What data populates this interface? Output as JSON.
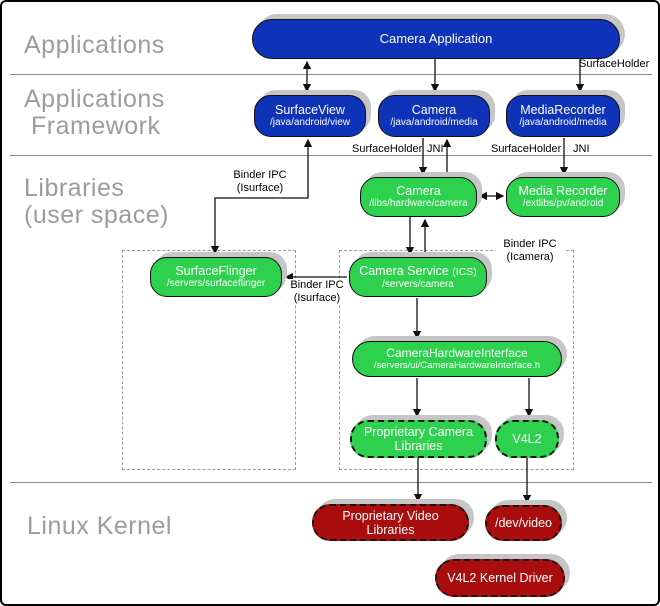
{
  "palette": {
    "node_blue": "#0e33b8",
    "node_green": "#2ed14e",
    "node_red": "#a90d0d",
    "node_shadow": "#c6c6c6",
    "layer_label_gray": "#9c9c9c",
    "connector_black": "#111111"
  },
  "layers": {
    "applications": {
      "label": "Applications"
    },
    "framework": {
      "line1": "Applications",
      "line2": "Framework"
    },
    "libraries": {
      "line1": "Libraries",
      "line2": "(user space)"
    },
    "kernel": {
      "label": "Linux Kernel"
    }
  },
  "nodes": {
    "camera_application": {
      "title": "Camera Application"
    },
    "surfaceview": {
      "title": "SurfaceView",
      "subtitle": "/java/android/view"
    },
    "camera_framework": {
      "title": "Camera",
      "subtitle": "/java/android/media"
    },
    "mediarecorder_framework": {
      "title": "MediaRecorder",
      "subtitle": "/java/android/media"
    },
    "camera_lib": {
      "title": "Camera",
      "subtitle": "/libs/hardware/camera"
    },
    "media_recorder_lib": {
      "title": "Media Recorder",
      "subtitle": "/extlibs/pv/android"
    },
    "surfaceflinger": {
      "title": "SurfaceFlinger",
      "subtitle": "/servers/surfaceflinger"
    },
    "camera_service": {
      "title": "Camera Service",
      "suffix": "(ICS)",
      "subtitle": "/servers/camera"
    },
    "camera_hardware_interface": {
      "title": "CameraHardwareInterface",
      "subtitle": "/servers/ui/CameraHardwareInterface.h"
    },
    "proprietary_camera_libraries": {
      "line1": "Proprietary Camera",
      "line2": "Libraries"
    },
    "v4l2": {
      "title": "V4L2"
    },
    "proprietary_video_libraries": {
      "line1": "Proprietary Video",
      "line2": "Libraries"
    },
    "dev_video": {
      "title": "/dev/video"
    },
    "v4l2_kernel_driver": {
      "title": "V4L2 Kernel Driver"
    }
  },
  "edge_labels": {
    "surfaceholder_top": "SurfaceHolder",
    "surfaceholder_camera": "SurfaceHolder",
    "jni_camera": "JNI",
    "surfaceholder_mediarecorder": "SurfaceHolder",
    "jni_mediarecorder": "JNI",
    "binder_ipc_isurface_upper": {
      "line1": "Binder IPC",
      "line2": "(Isurface)"
    },
    "binder_ipc_icamera": {
      "line1": "Binder IPC",
      "line2": "(Icamera)"
    },
    "binder_ipc_isurface_lower": {
      "line1": "Binder IPC",
      "line2": "(Isurface)"
    }
  }
}
